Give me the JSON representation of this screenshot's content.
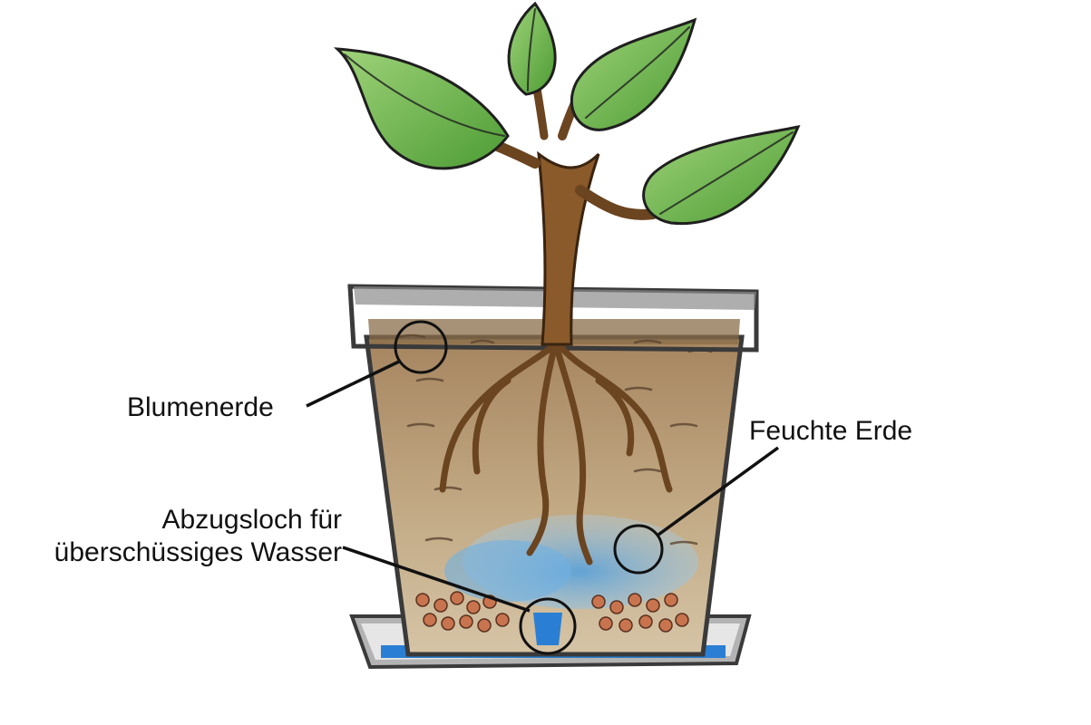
{
  "labels": {
    "potting_soil": "Blumenerde",
    "moist_soil": "Feuchte Erde",
    "drain_hole_line1": "Abzugsloch für",
    "drain_hole_line2": "überschüssiges Wasser"
  },
  "colors": {
    "background": "#ffffff",
    "pot_outline": "#3a3a3a",
    "pot_rim": "#8c8c8c",
    "soil": "#b69a72",
    "soil_dark": "#8a6e4a",
    "moist_water": "#7fb8e0",
    "water": "#2a7fd4",
    "clay_balls": "#c8744e",
    "trunk": "#8a5a2b",
    "leaf": "#6fbf4a",
    "leaf_dark": "#3e8a2a",
    "annotation": "#111111"
  }
}
